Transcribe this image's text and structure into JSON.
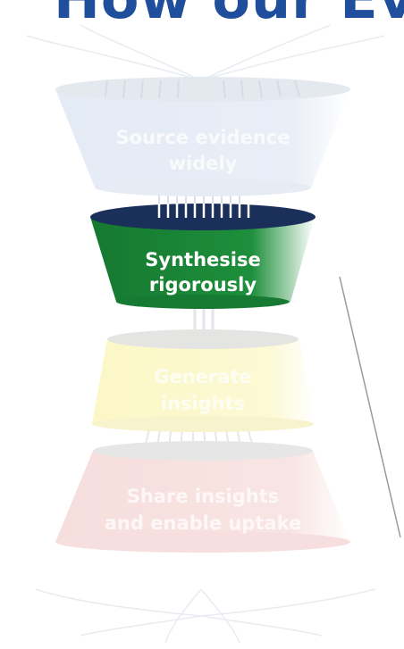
{
  "title": "How our Ev",
  "stages": [
    {
      "line1": "Source evidence",
      "line2": "widely",
      "state": "faded",
      "color": "#dde6f2"
    },
    {
      "line1": "Synthesise",
      "line2": "rigorously",
      "state": "active",
      "color": "#1c8a3a"
    },
    {
      "line1": "Generate",
      "line2": "insights",
      "state": "faded",
      "color": "#fbf7c8"
    },
    {
      "line1": "Share insights",
      "line2": "and enable uptake",
      "state": "faded",
      "color": "#f6e0df"
    }
  ],
  "colors": {
    "title": "#1f4e9c",
    "active_rim": "#1a2f5a",
    "connector": "#9a9a9a"
  }
}
